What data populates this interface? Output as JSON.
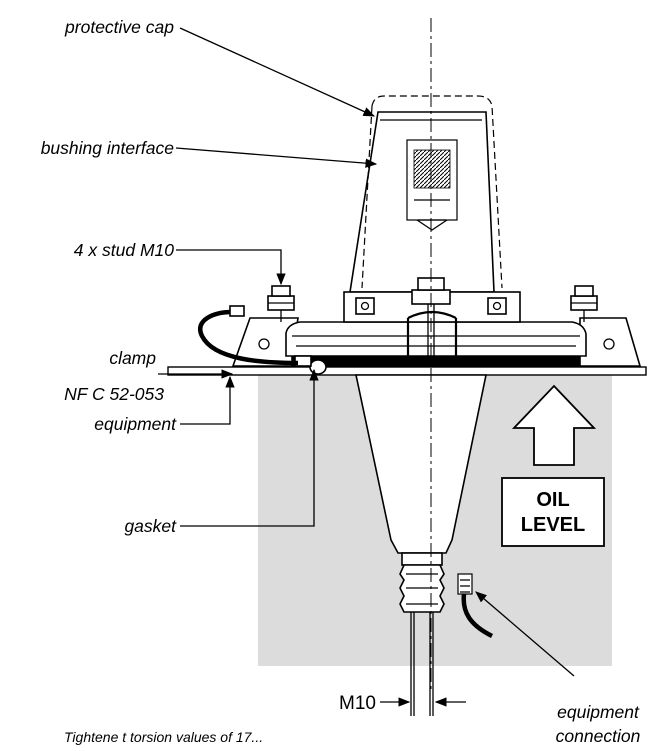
{
  "labels": {
    "protective_cap": "protective cap",
    "bushing_interface": "bushing interface",
    "stud": "4 x stud M10",
    "clamp": "clamp",
    "clamp_std": "NF C 52-053",
    "equipment": "equipment",
    "gasket": "gasket",
    "oil_level_1": "OIL",
    "oil_level_2": "LEVEL",
    "m10": "M10",
    "equipment_connection_1": "equipment",
    "equipment_connection_2": "connection",
    "footer_note": "Tightene t torsion values of 17..."
  },
  "colors": {
    "oil_fill": "#dcdcdc",
    "line": "#000000",
    "background": "#ffffff"
  }
}
